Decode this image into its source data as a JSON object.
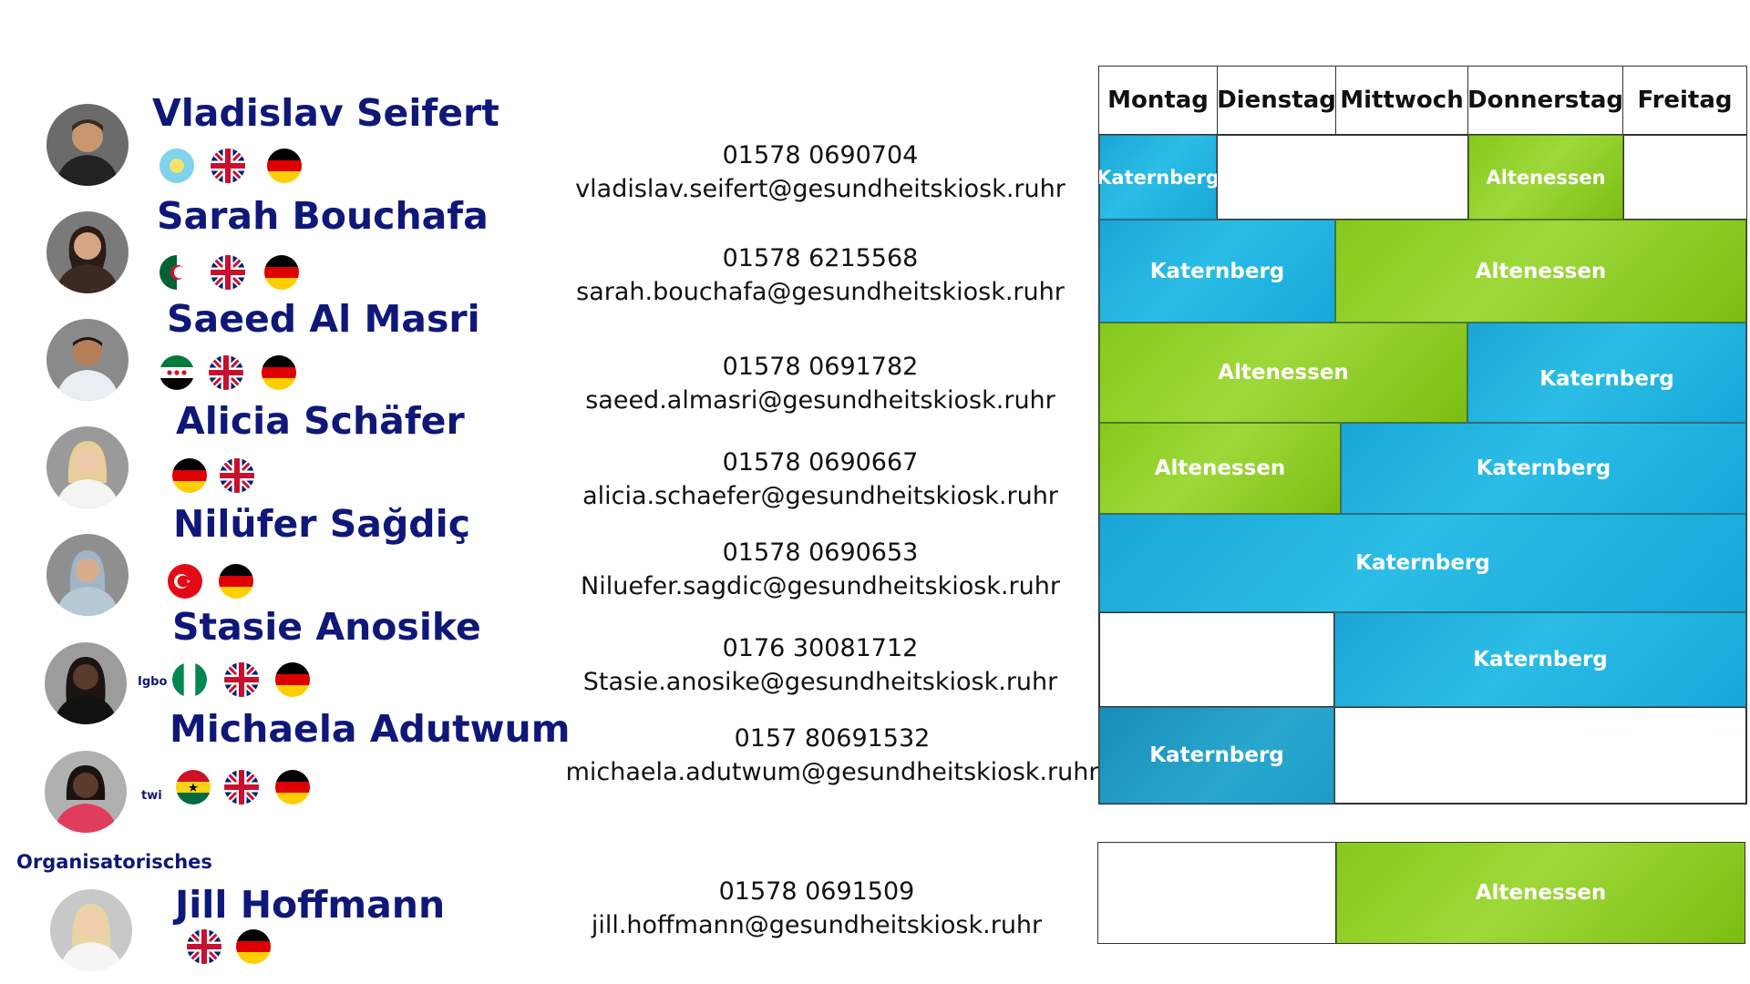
{
  "people": [
    {
      "name": "Vladislav Seifert",
      "phone": "01578 0690704",
      "email": "vladislav.seifert@gesundheitskiosk.ruhr",
      "flags": [
        "Kazakhstan",
        "UK",
        "Germany"
      ]
    },
    {
      "name": "Sarah Bouchafa",
      "phone": "01578 6215568",
      "email": "sarah.bouchafa@gesundheitskiosk.ruhr",
      "flags": [
        "Algeria",
        "UK",
        "Germany"
      ]
    },
    {
      "name": "Saeed Al Masri",
      "phone": "01578 0691782",
      "email": "saeed.almasri@gesundheitskiosk.ruhr",
      "flags": [
        "Syria",
        "UK",
        "Germany"
      ]
    },
    {
      "name": "Alicia Schäfer",
      "phone": "01578 0690667",
      "email": "alicia.schaefer@gesundheitskiosk.ruhr",
      "flags": [
        "Germany",
        "UK"
      ]
    },
    {
      "name": "Nilüfer Sağdiç",
      "phone": "01578 0690653",
      "email": "Niluefer.sagdic@gesundheitskiosk.ruhr",
      "flags": [
        "Turkey",
        "Germany"
      ]
    },
    {
      "name": "Stasie Anosike",
      "phone": "0176 30081712",
      "email": "Stasie.anosike@gesundheitskiosk.ruhr",
      "language": "Igbo",
      "flags": [
        "Nigeria",
        "UK",
        "Germany"
      ]
    },
    {
      "name": "Michaela Adutwum",
      "phone": "0157 80691532",
      "email": "michaela.adutwum@gesundheitskiosk.ruhr",
      "language": "twi",
      "flags": [
        "Ghana",
        "UK",
        "Germany"
      ]
    }
  ],
  "organisational": {
    "label": "Organisatorisches",
    "person": {
      "name": "Jill Hoffmann",
      "phone": "01578 0691509",
      "email": "jill.hoffmann@gesundheitskiosk.ruhr",
      "flags": [
        "UK",
        "Germany"
      ]
    }
  },
  "schedule": {
    "days": [
      "Montag",
      "Dienstag",
      "Mittwoch",
      "Donnerstag",
      "Freitag"
    ],
    "locations": {
      "a": "Katernberg",
      "b": "Altenessen"
    },
    "colors": {
      "katernberg": "#1aa6d6",
      "altenessen": "#8ccc22",
      "text_dark": "#0f1878"
    },
    "rows": [
      [
        {
          "loc": "Katernberg",
          "days": "Montag"
        },
        {
          "loc": "",
          "days": "Dienstag–Mittwoch"
        },
        {
          "loc": "Altenessen",
          "days": "Donnerstag"
        },
        {
          "loc": "",
          "days": "Freitag"
        }
      ],
      [
        {
          "loc": "Katernberg",
          "days": "Montag–Dienstag"
        },
        {
          "loc": "Altenessen",
          "days": "Mittwoch–Freitag"
        }
      ],
      [
        {
          "loc": "Altenessen",
          "days": "Montag–Mittwoch"
        },
        {
          "loc": "Katernberg",
          "days": "Donnerstag–Freitag"
        }
      ],
      [
        {
          "loc": "Altenessen",
          "days": "Montag–Dienstag"
        },
        {
          "loc": "Katernberg",
          "days": "Mittwoch–Freitag"
        }
      ],
      [
        {
          "loc": "Katernberg",
          "days": "Montag–Freitag"
        }
      ],
      [
        {
          "loc": "",
          "days": "Montag–Dienstag"
        },
        {
          "loc": "Katernberg",
          "days": "Mittwoch–Freitag"
        }
      ],
      [
        {
          "loc": "Katernberg",
          "days": "Montag–Dienstag"
        },
        {
          "loc": "",
          "days": "Mittwoch–Freitag"
        }
      ]
    ],
    "organisational_row": [
      {
        "loc": "",
        "days": "Montag–Dienstag"
      },
      {
        "loc": "Altenessen",
        "days": "Mittwoch–Freitag"
      }
    ]
  }
}
